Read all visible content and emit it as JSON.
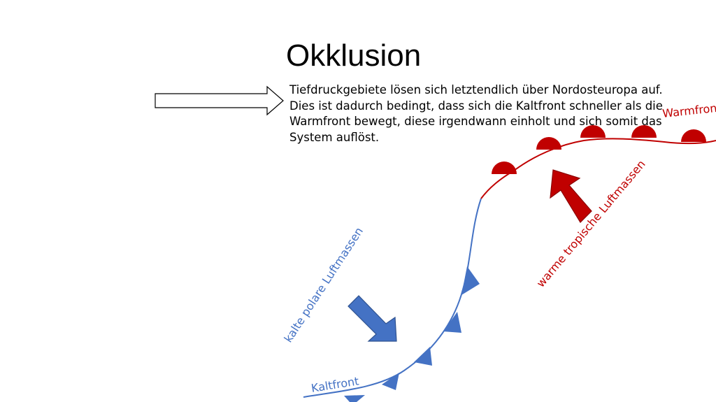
{
  "slide": {
    "title": "Okklusion",
    "description_lines": [
      "Tiefdruckgebiete lösen sich letztendlich über Nordosteuropa auf.",
      "Dies ist dadurch bedingt, dass sich die Kaltfront schneller als die",
      "Warmfront bewegt, diese irgendwann einholt und sich somit das",
      "System auflöst."
    ]
  },
  "diagram": {
    "labels": {
      "warm_front": "Warmfront",
      "cold_front": "Kaltfront",
      "warm_air": "warme tropische Luftmassen",
      "cold_air": "kalte polare Luftmassen"
    },
    "colors": {
      "warm": "#c00000",
      "cold": "#4472c4",
      "outline": "#000000"
    },
    "icons": {
      "pointer": "outline-arrow-right-icon",
      "warm_arrow": "arrow-up-left-icon",
      "cold_arrow": "arrow-down-right-icon"
    }
  }
}
